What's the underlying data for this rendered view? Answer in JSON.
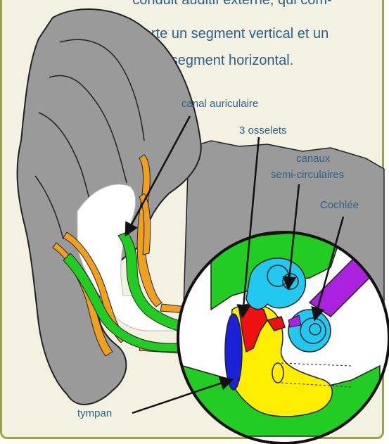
{
  "caption": {
    "line1": "conduit auditif externe, qui com-",
    "line2": "porte un segment vertical et un",
    "line3": "segment horizontal."
  },
  "labels": {
    "canal": "canal auriculaire",
    "osselets": "3 osselets",
    "canaux_line1": "canaux",
    "canaux_line2": "semi-circulaires",
    "cochlee": "Cochlée",
    "tympan": "tympan"
  },
  "colors": {
    "text": "#2e5f87",
    "border": "#9aa24f",
    "ear": "#9a9a9a",
    "cartilage": "#f0a020",
    "canal": "#22cc22",
    "ossicles": "#ee1111",
    "inner_ear": "#22c8f0",
    "eardrum": "#1a22d8",
    "middle": "#ffee00",
    "nerve": "#aa22dd"
  }
}
